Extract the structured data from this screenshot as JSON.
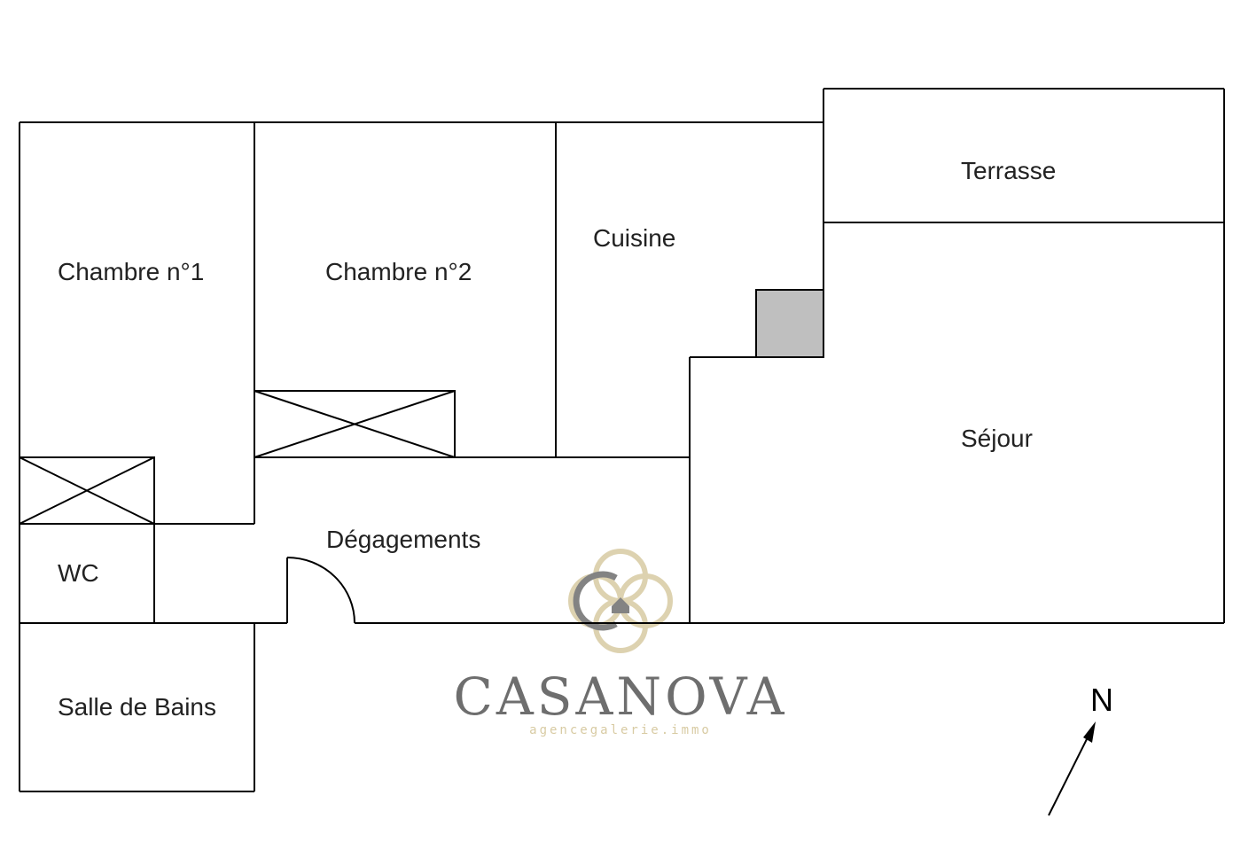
{
  "rooms": {
    "chambre1": "Chambre n°1",
    "chambre2": "Chambre n°2",
    "cuisine": "Cuisine",
    "terrasse": "Terrasse",
    "sejour": "Séjour",
    "degagements": "Dégagements",
    "wc": "WC",
    "salle_de_bains": "Salle de Bains"
  },
  "compass": {
    "label": "N",
    "icon": "north-arrow-icon"
  },
  "watermark": {
    "brand": "CASANOVA",
    "tagline": "agencegalerie.immo",
    "icon": "casanova-logo-icon"
  },
  "colors": {
    "wall": "#000000",
    "chimney": "#bfbfbf",
    "brand_gold": "#d8cba3",
    "brand_grey": "#6e6e6e"
  }
}
